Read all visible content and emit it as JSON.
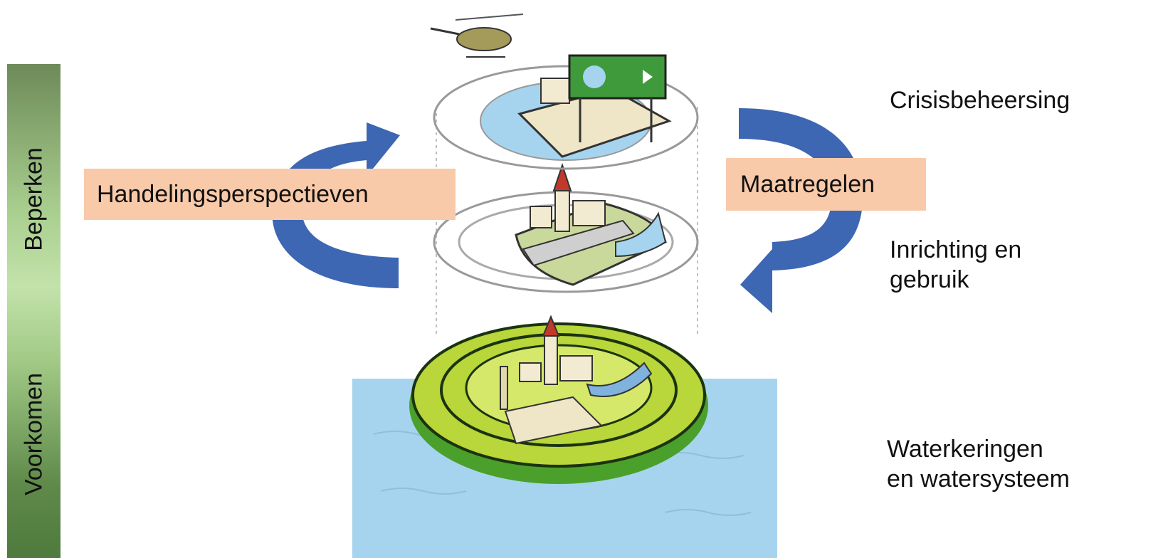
{
  "side_bar": {
    "top_label": "Beperken",
    "bottom_label": "Voorkomen",
    "colors": {
      "dark": "#5f8a4a",
      "light": "#c2e2aa"
    }
  },
  "boxes": {
    "left": "Handelingsperspectieven",
    "right": "Maatregelen",
    "fill": "#f8caa9"
  },
  "layers": {
    "top": {
      "line1": "Crisisbeheersing"
    },
    "middle": {
      "line1": "Inrichting en",
      "line2": "gebruik"
    },
    "bottom": {
      "line1": "Waterkeringen",
      "line2": "en watersysteem"
    }
  },
  "arrow_color": "#3d66b3",
  "water_color": "#a6d4ee"
}
